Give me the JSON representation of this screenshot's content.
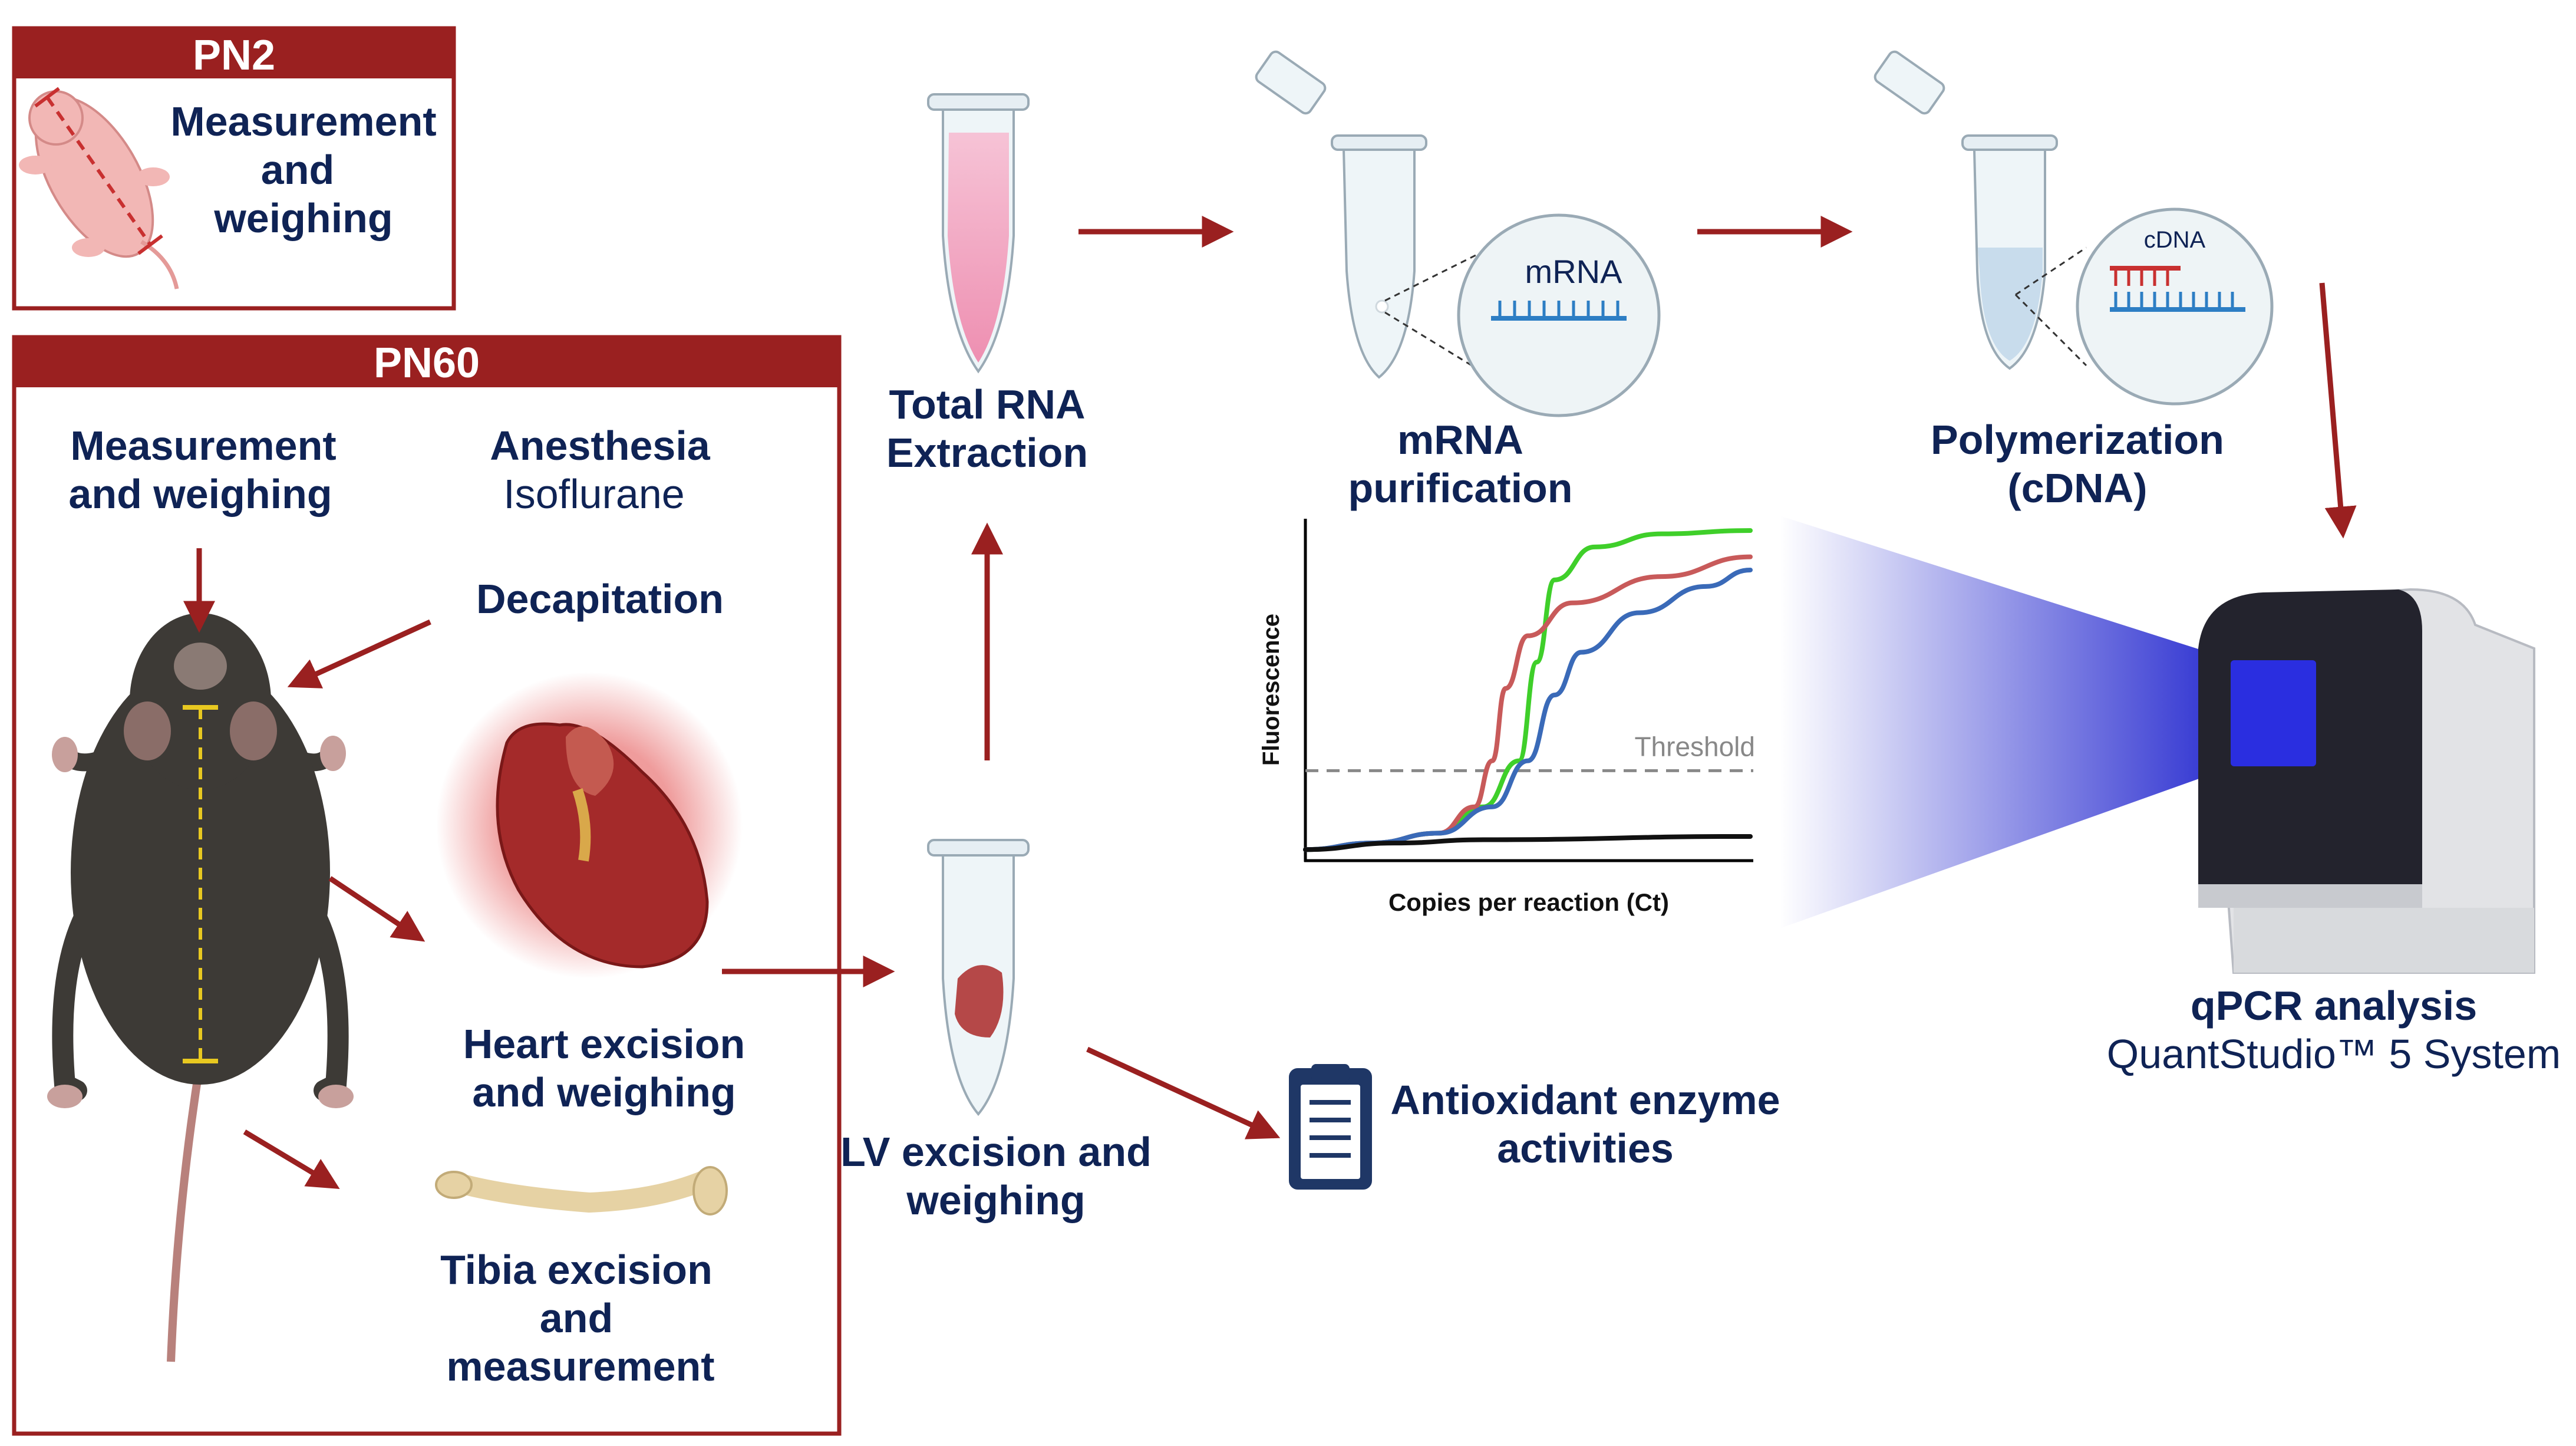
{
  "colors": {
    "dark_red": "#9a2020",
    "navy": "#0f2355",
    "green_series": "#3fcf2a",
    "red_series": "#c85a5a",
    "blue_series": "#3a6ab8",
    "baseline_series": "#111111",
    "threshold": "#888888"
  },
  "pn2": {
    "header": "PN2",
    "label_lines": [
      "Measurement",
      "and",
      "weighing"
    ]
  },
  "pn60": {
    "header": "PN60",
    "measure_lines": [
      "Measurement",
      "and weighing"
    ],
    "anesthesia_title": "Anesthesia",
    "anesthesia_agent": "Isoflurane",
    "decapitation": "Decapitation",
    "heart_lines": [
      "Heart excision",
      "and weighing"
    ],
    "tibia_lines": [
      "Tibia excision",
      "and",
      "measurement"
    ]
  },
  "steps": {
    "total_rna_lines": [
      "Total RNA",
      "Extraction"
    ],
    "mrna_lines": [
      "mRNA",
      "purification"
    ],
    "mrna_bubble": "mRNA",
    "polymerization_lines": [
      "Polymerization",
      "(cDNA)"
    ],
    "cdna_bubble": "cDNA",
    "lv_lines": [
      "LV excision and",
      "weighing"
    ],
    "antioxidant_lines": [
      "Antioxidant enzyme",
      "activities"
    ],
    "qpcr_title": "qPCR analysis",
    "qpcr_system": "QuantStudio™ 5 System"
  },
  "chart_data": {
    "type": "line",
    "xlabel": "Copies per reaction (Ct)",
    "ylabel": "Fluorescence",
    "threshold_label": "Threshold",
    "x_range": [
      0,
      1
    ],
    "y_range": [
      0,
      1
    ],
    "threshold": 0.27,
    "series": [
      {
        "color": "green",
        "points": [
          [
            0,
            0.03
          ],
          [
            0.15,
            0.05
          ],
          [
            0.3,
            0.08
          ],
          [
            0.4,
            0.16
          ],
          [
            0.48,
            0.3
          ],
          [
            0.52,
            0.6
          ],
          [
            0.56,
            0.85
          ],
          [
            0.65,
            0.95
          ],
          [
            0.8,
            0.99
          ],
          [
            1,
            1.0
          ]
        ]
      },
      {
        "color": "red",
        "points": [
          [
            0,
            0.03
          ],
          [
            0.15,
            0.05
          ],
          [
            0.3,
            0.08
          ],
          [
            0.38,
            0.16
          ],
          [
            0.42,
            0.3
          ],
          [
            0.45,
            0.52
          ],
          [
            0.5,
            0.68
          ],
          [
            0.6,
            0.78
          ],
          [
            0.8,
            0.86
          ],
          [
            1,
            0.92
          ]
        ]
      },
      {
        "color": "blue",
        "points": [
          [
            0,
            0.03
          ],
          [
            0.15,
            0.05
          ],
          [
            0.3,
            0.08
          ],
          [
            0.42,
            0.16
          ],
          [
            0.5,
            0.3
          ],
          [
            0.56,
            0.5
          ],
          [
            0.62,
            0.63
          ],
          [
            0.75,
            0.75
          ],
          [
            0.9,
            0.83
          ],
          [
            1,
            0.88
          ]
        ]
      },
      {
        "color": "black",
        "points": [
          [
            0,
            0.03
          ],
          [
            0.2,
            0.05
          ],
          [
            0.4,
            0.06
          ],
          [
            1,
            0.07
          ]
        ]
      }
    ]
  }
}
